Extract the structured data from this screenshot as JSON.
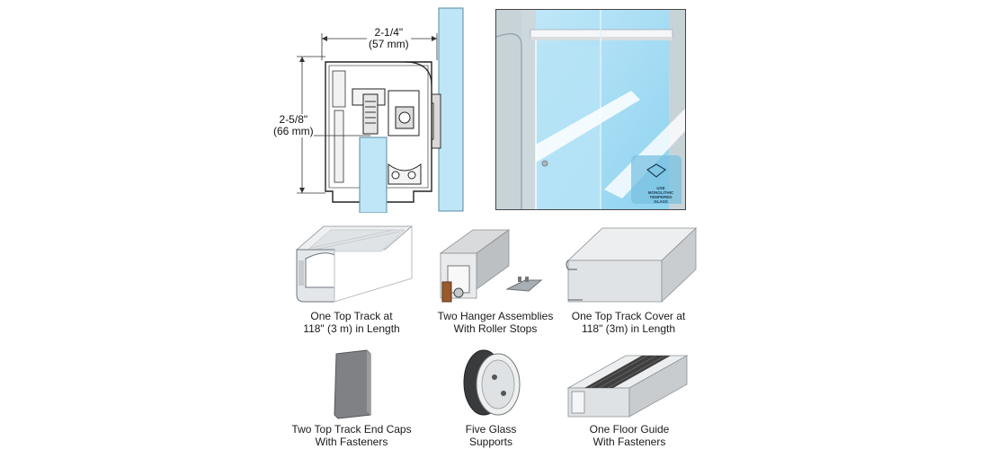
{
  "diagram": {
    "width_dim_line1": "2-1/4\"",
    "width_dim_line2": "(57 mm)",
    "height_dim_line1": "2-5/8\"",
    "height_dim_line2": "(66 mm)"
  },
  "photo": {
    "decal_line1": "USE",
    "decal_line2": "MONOLITHIC",
    "decal_line3": "TEMPERED",
    "decal_line4": "GLASS"
  },
  "components": [
    {
      "line1": "One Top Track at",
      "line2": "118\" (3 m) in Length"
    },
    {
      "line1": "Two Hanger Assemblies",
      "line2": "With Roller Stops"
    },
    {
      "line1": "One Top Track Cover at",
      "line2": "118\" (3m) in Length"
    },
    {
      "line1": "Two Top Track End Caps",
      "line2": "With Fasteners"
    },
    {
      "line1": "Five Glass",
      "line2": "Supports"
    },
    {
      "line1": "One Floor Guide",
      "line2": "With Fasteners"
    }
  ],
  "colors": {
    "glass": "#bfe6f7",
    "aluminum": "#d9dcdf",
    "frame": "#444444"
  }
}
